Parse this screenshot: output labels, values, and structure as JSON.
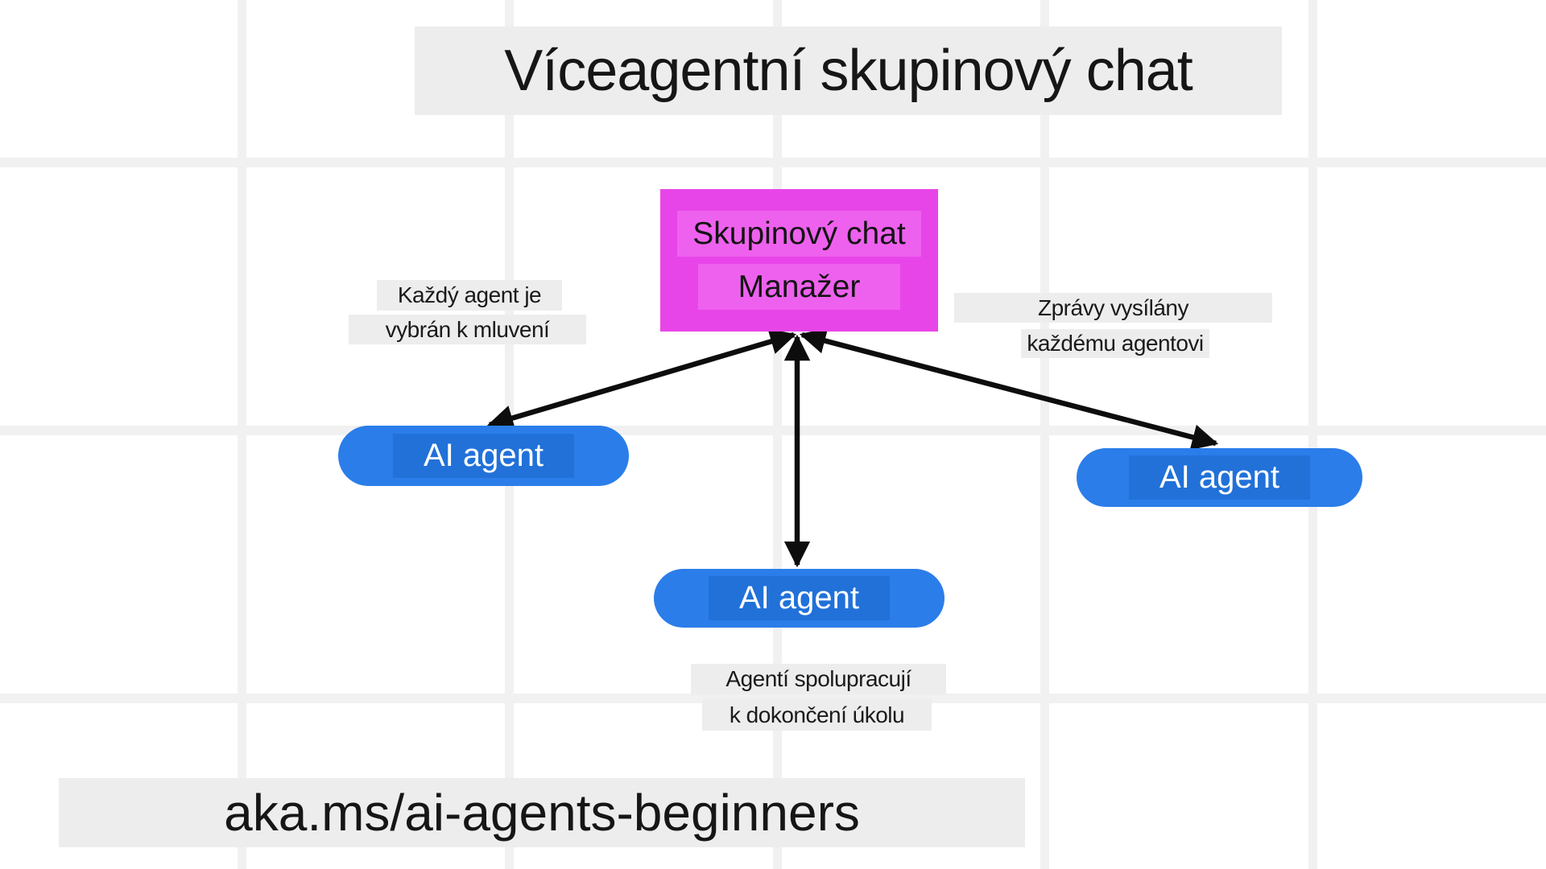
{
  "title": "Víceagentní skupinový chat",
  "manager": {
    "line1": "Skupinový chat",
    "line2": "Manažer"
  },
  "agents": [
    {
      "id": "agent-left",
      "label": "AI agent"
    },
    {
      "id": "agent-center",
      "label": "AI agent"
    },
    {
      "id": "agent-right",
      "label": "AI agent"
    }
  ],
  "annotations": {
    "left": [
      "Každý agent je",
      "vybrán k mluvení"
    ],
    "right": [
      "Zprávy vysílány",
      "každému agentovi"
    ],
    "bottom": [
      "Agentí spolupracují",
      "k dokončení úkolu"
    ]
  },
  "footer": "aka.ms/ai-agents-beginners",
  "connections": [
    {
      "from": "manager",
      "to": "agent-left",
      "bidirectional": true
    },
    {
      "from": "manager",
      "to": "agent-center",
      "bidirectional": true
    },
    {
      "from": "manager",
      "to": "agent-right",
      "bidirectional": true
    }
  ],
  "colors": {
    "manager_fill": "#e845e8",
    "manager_highlight": "#ee61ee",
    "agent_fill": "#2b7de9",
    "agent_highlight": "#2171d9",
    "band_gray": "#ededed",
    "grid_line": "#f1f1f1",
    "arrow": "#0d0d0d",
    "text_dark": "#161616",
    "text_light": "#ffffff"
  }
}
